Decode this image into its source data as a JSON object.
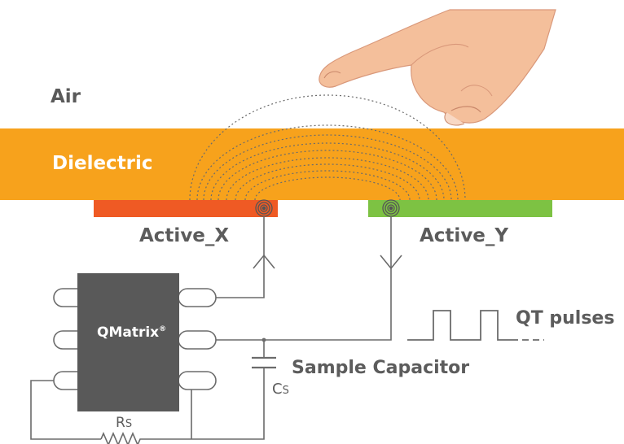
{
  "labels": {
    "air": "Air",
    "dielectric": "Dielectric",
    "active_x": "Active_X",
    "active_y": "Active_Y",
    "qt_pulses": "QT pulses",
    "sample_capacitor": "Sample Capacitor",
    "cs_main": "C",
    "cs_sub": "S",
    "rs_main": "R",
    "rs_sub": "S",
    "chip_name": "QMatrix",
    "chip_mark": "®"
  },
  "colors": {
    "dielectric": "#f7a21c",
    "active_x": "#ef5a24",
    "active_y": "#7dc243",
    "chip": "#595959",
    "wire": "#6b6b6b",
    "skin": "#f4bf9b"
  },
  "icons": {
    "finger": "pointing-finger-icon",
    "electrode_x": "concentric-circle-icon",
    "electrode_y": "concentric-circle-icon"
  }
}
